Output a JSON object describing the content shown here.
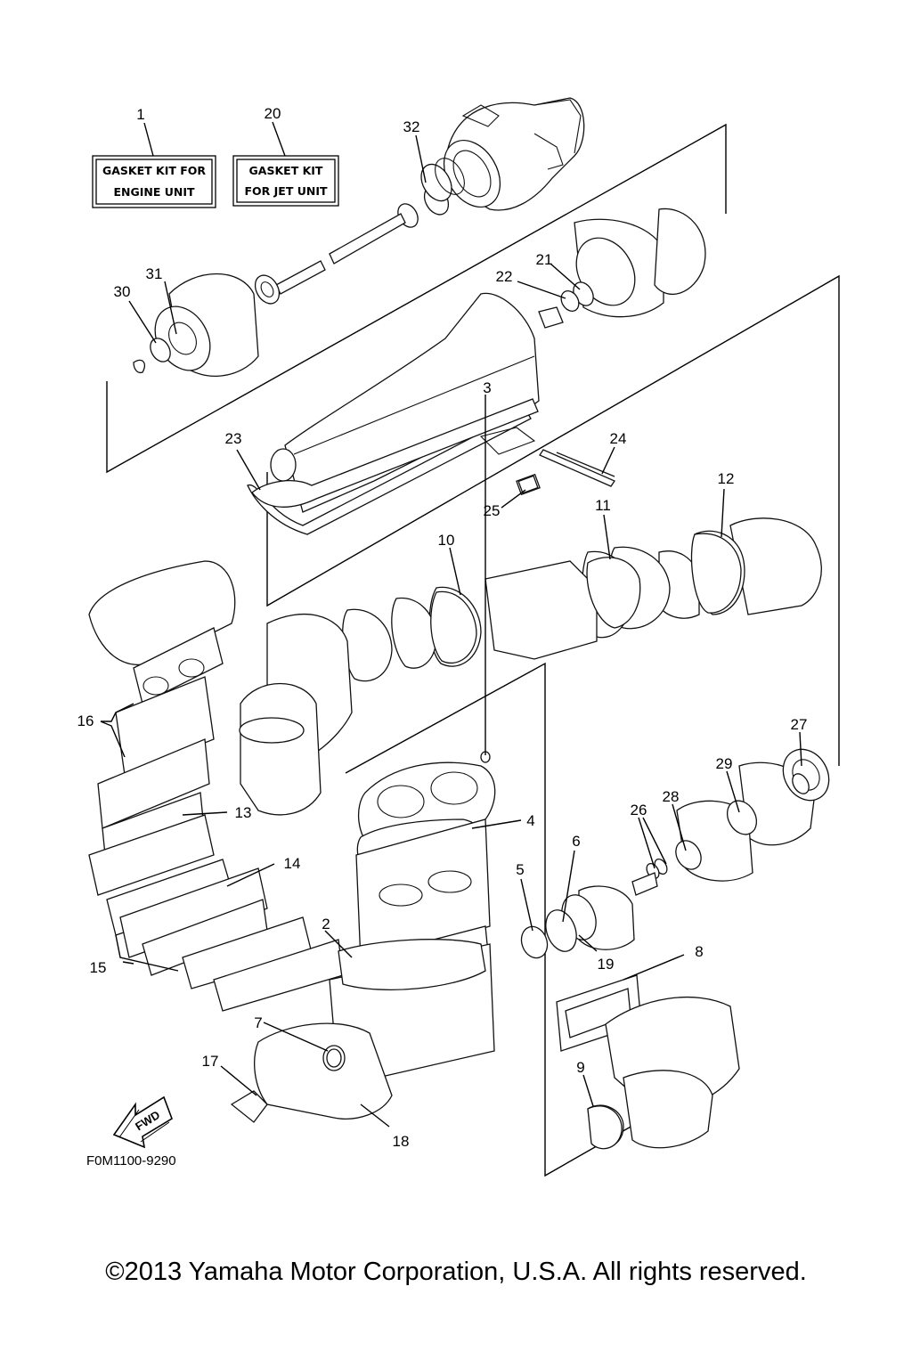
{
  "kits": {
    "engine": {
      "line1": "GASKET KIT FOR",
      "line2": "ENGINE UNIT"
    },
    "jet": {
      "line1": "GASKET KIT",
      "line2": "FOR JET UNIT"
    }
  },
  "callouts": [
    "1",
    "2",
    "3",
    "4",
    "5",
    "6",
    "7",
    "8",
    "9",
    "10",
    "11",
    "12",
    "13",
    "14",
    "15",
    "16",
    "17",
    "18",
    "19",
    "20",
    "21",
    "22",
    "23",
    "24",
    "25",
    "26",
    "27",
    "28",
    "29",
    "30",
    "31",
    "32"
  ],
  "fwd_label": "FWD",
  "reference_code": "F0M1100-9290",
  "copyright": "©2013 Yamaha Motor Corporation, U.S.A. All rights reserved."
}
